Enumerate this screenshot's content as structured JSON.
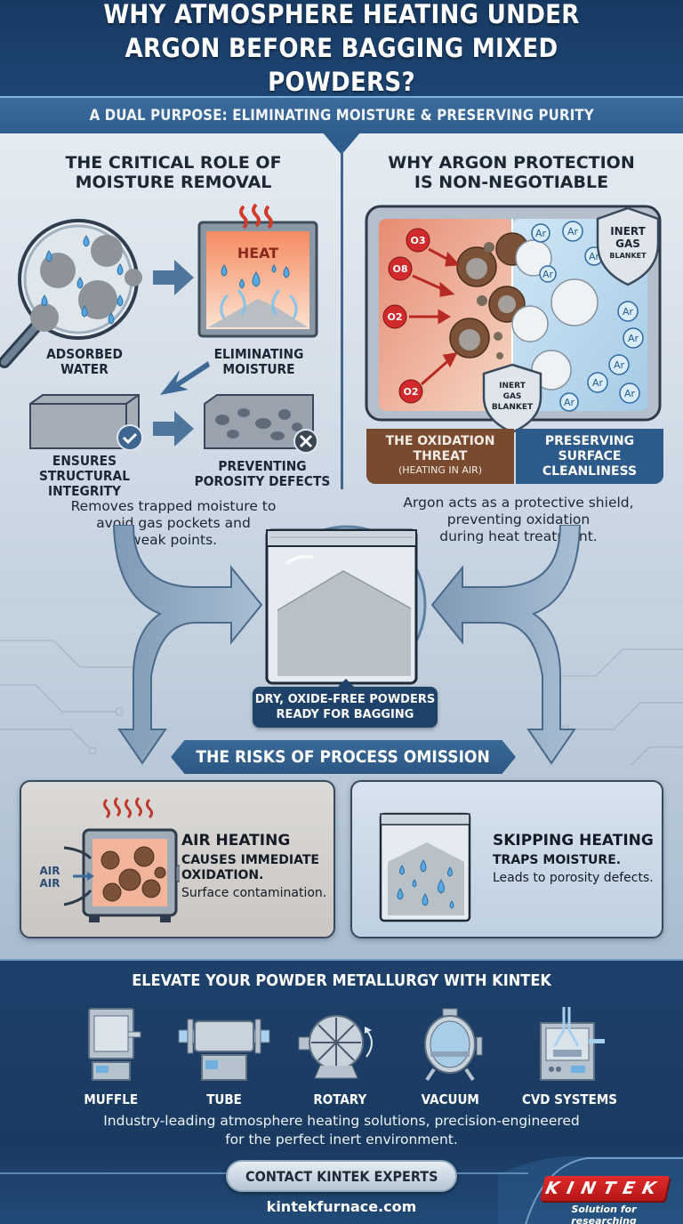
{
  "header": {
    "title": "WHY ATMOSPHERE HEATING UNDER ARGON BEFORE BAGGING MIXED POWDERS?",
    "subtitle": "A DUAL PURPOSE: ELIMINATING MOISTURE & PRESERVING PURITY"
  },
  "moisture_section": {
    "title_line1": "THE CRITICAL ROLE OF",
    "title_line2": "MOISTURE REMOVAL",
    "steps": [
      {
        "icon": "magnifier-powder-water-icon",
        "label_line1": "ADSORBED",
        "label_line2": "WATER"
      },
      {
        "icon": "heat-chamber-icon",
        "badge": "HEAT",
        "label_line1": "ELIMINATING",
        "label_line2": "MOISTURE"
      },
      {
        "icon": "solid-block-check-icon",
        "label_line1": "ENSURES",
        "label_line2": "STRUCTURAL",
        "label_line3": "INTEGRITY"
      },
      {
        "icon": "porous-block-x-icon",
        "label_line1": "PREVENTING",
        "label_line2": "POROSITY DEFECTS"
      }
    ],
    "description_line1": "Removes trapped moisture to",
    "description_line2": "avoid gas pockets and",
    "description_line3": "weak points."
  },
  "argon_section": {
    "title_line1": "WHY ARGON PROTECTION",
    "title_line2": "IS NON-NEGOTIABLE",
    "oxygen_labels": [
      "O3",
      "O8",
      "O2",
      "O2"
    ],
    "argon_label": "Ar",
    "shield_top": {
      "line1": "INERT",
      "line2": "GAS",
      "line3": "BLANKET"
    },
    "shield_mid": {
      "line1": "INERT",
      "line2": "GAS",
      "line3": "BLANKET"
    },
    "left_caption": {
      "line1": "THE OXIDATION",
      "line2": "THREAT",
      "line3": "(HEATING IN AIR)"
    },
    "right_caption": {
      "line1": "PRESERVING",
      "line2": "SURFACE",
      "line3": "CLEANLINESS"
    },
    "description_line1": "Argon acts as a protective shield,",
    "description_line2": "preventing oxidation",
    "description_line3": "during heat treatment."
  },
  "center": {
    "caption_line1": "DRY, OXIDE-FREE POWDERS",
    "caption_line2": "READY FOR BAGGING"
  },
  "risks": {
    "title": "THE RISKS OF PROCESS OMISSION",
    "cards": [
      {
        "title": "AIR HEATING",
        "subtitle_line1": "CAUSES IMMEDIATE",
        "subtitle_line2": "OXIDATION.",
        "description": "Surface contamination.",
        "air_label1": "AIR",
        "air_label2": "AIR"
      },
      {
        "title": "SKIPPING HEATING",
        "subtitle_line1": "TRAPS MOISTURE.",
        "description": "Leads to porosity defects."
      }
    ]
  },
  "footer": {
    "title": "ELEVATE YOUR POWDER METALLURGY WITH KINTEK",
    "products": [
      {
        "label": "MUFFLE",
        "icon": "muffle-furnace-icon"
      },
      {
        "label": "TUBE",
        "icon": "tube-furnace-icon"
      },
      {
        "label": "ROTARY",
        "icon": "rotary-furnace-icon"
      },
      {
        "label": "VACUUM",
        "icon": "vacuum-furnace-icon"
      },
      {
        "label": "CVD SYSTEMS",
        "icon": "cvd-system-icon"
      }
    ],
    "description_line1": "Industry-leading atmosphere heating solutions, precision-engineered",
    "description_line2": "for the perfect inert environment.",
    "cta_label": "CONTACT KINTEK EXPERTS",
    "website": "kintekfurnace.com",
    "logo_text": "KINTEK",
    "logo_tagline": "Solution for researching"
  },
  "colors": {
    "navy": "#1d4573",
    "band_blue": "#2f5e8e",
    "oxidation_brown": "#7a4a2e",
    "clean_blue": "#2c5a8a",
    "heat_red": "#d23a2a",
    "water_blue": "#4aa3e0",
    "logo_red": "#d42020"
  }
}
